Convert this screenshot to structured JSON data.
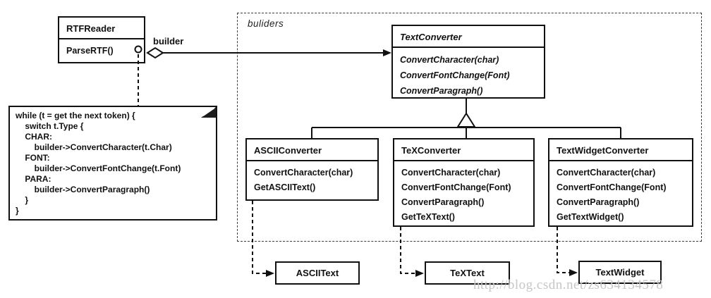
{
  "diagram": {
    "kind": "uml-class-diagram",
    "pattern": "Builder (GoF)"
  },
  "rtf_reader": {
    "title": "RTFReader",
    "methods": [
      "ParseRTF()"
    ]
  },
  "association": {
    "role_label": "builder"
  },
  "package": {
    "label": "buliders"
  },
  "text_converter": {
    "title": "TextConverter",
    "methods": [
      "ConvertCharacter(char)",
      "ConvertFontChange(Font)",
      "ConvertParagraph()"
    ]
  },
  "ascii_converter": {
    "title": "ASCIIConverter",
    "methods": [
      "ConvertCharacter(char)",
      "GetASCIIText()"
    ]
  },
  "tex_converter": {
    "title": "TeXConverter",
    "methods": [
      "ConvertCharacter(char)",
      "ConvertFontChange(Font)",
      "ConvertParagraph()",
      "GetTeXText()"
    ]
  },
  "text_widget_converter": {
    "title": "TextWidgetConverter",
    "methods": [
      "ConvertCharacter(char)",
      "ConvertFontChange(Font)",
      "ConvertParagraph()",
      "GetTextWidget()"
    ]
  },
  "products": {
    "ascii": "ASCIIText",
    "tex": "TeXText",
    "widget": "TextWidget"
  },
  "note": {
    "lines": [
      "while (t = get the next token) {",
      "    switch t.Type {",
      "    CHAR:",
      "        builder->ConvertCharacter(t.Char)",
      "    FONT:",
      "        builder->ConvertFontChange(t.Font)",
      "    PARA:",
      "        builder->ConvertParagraph()",
      "    }",
      "}"
    ]
  },
  "watermark": "http://blog.csdn.net/zs634134578",
  "colors": {
    "ink": "#111111",
    "background": "#ffffff",
    "watermark": "#c6c6c6"
  }
}
